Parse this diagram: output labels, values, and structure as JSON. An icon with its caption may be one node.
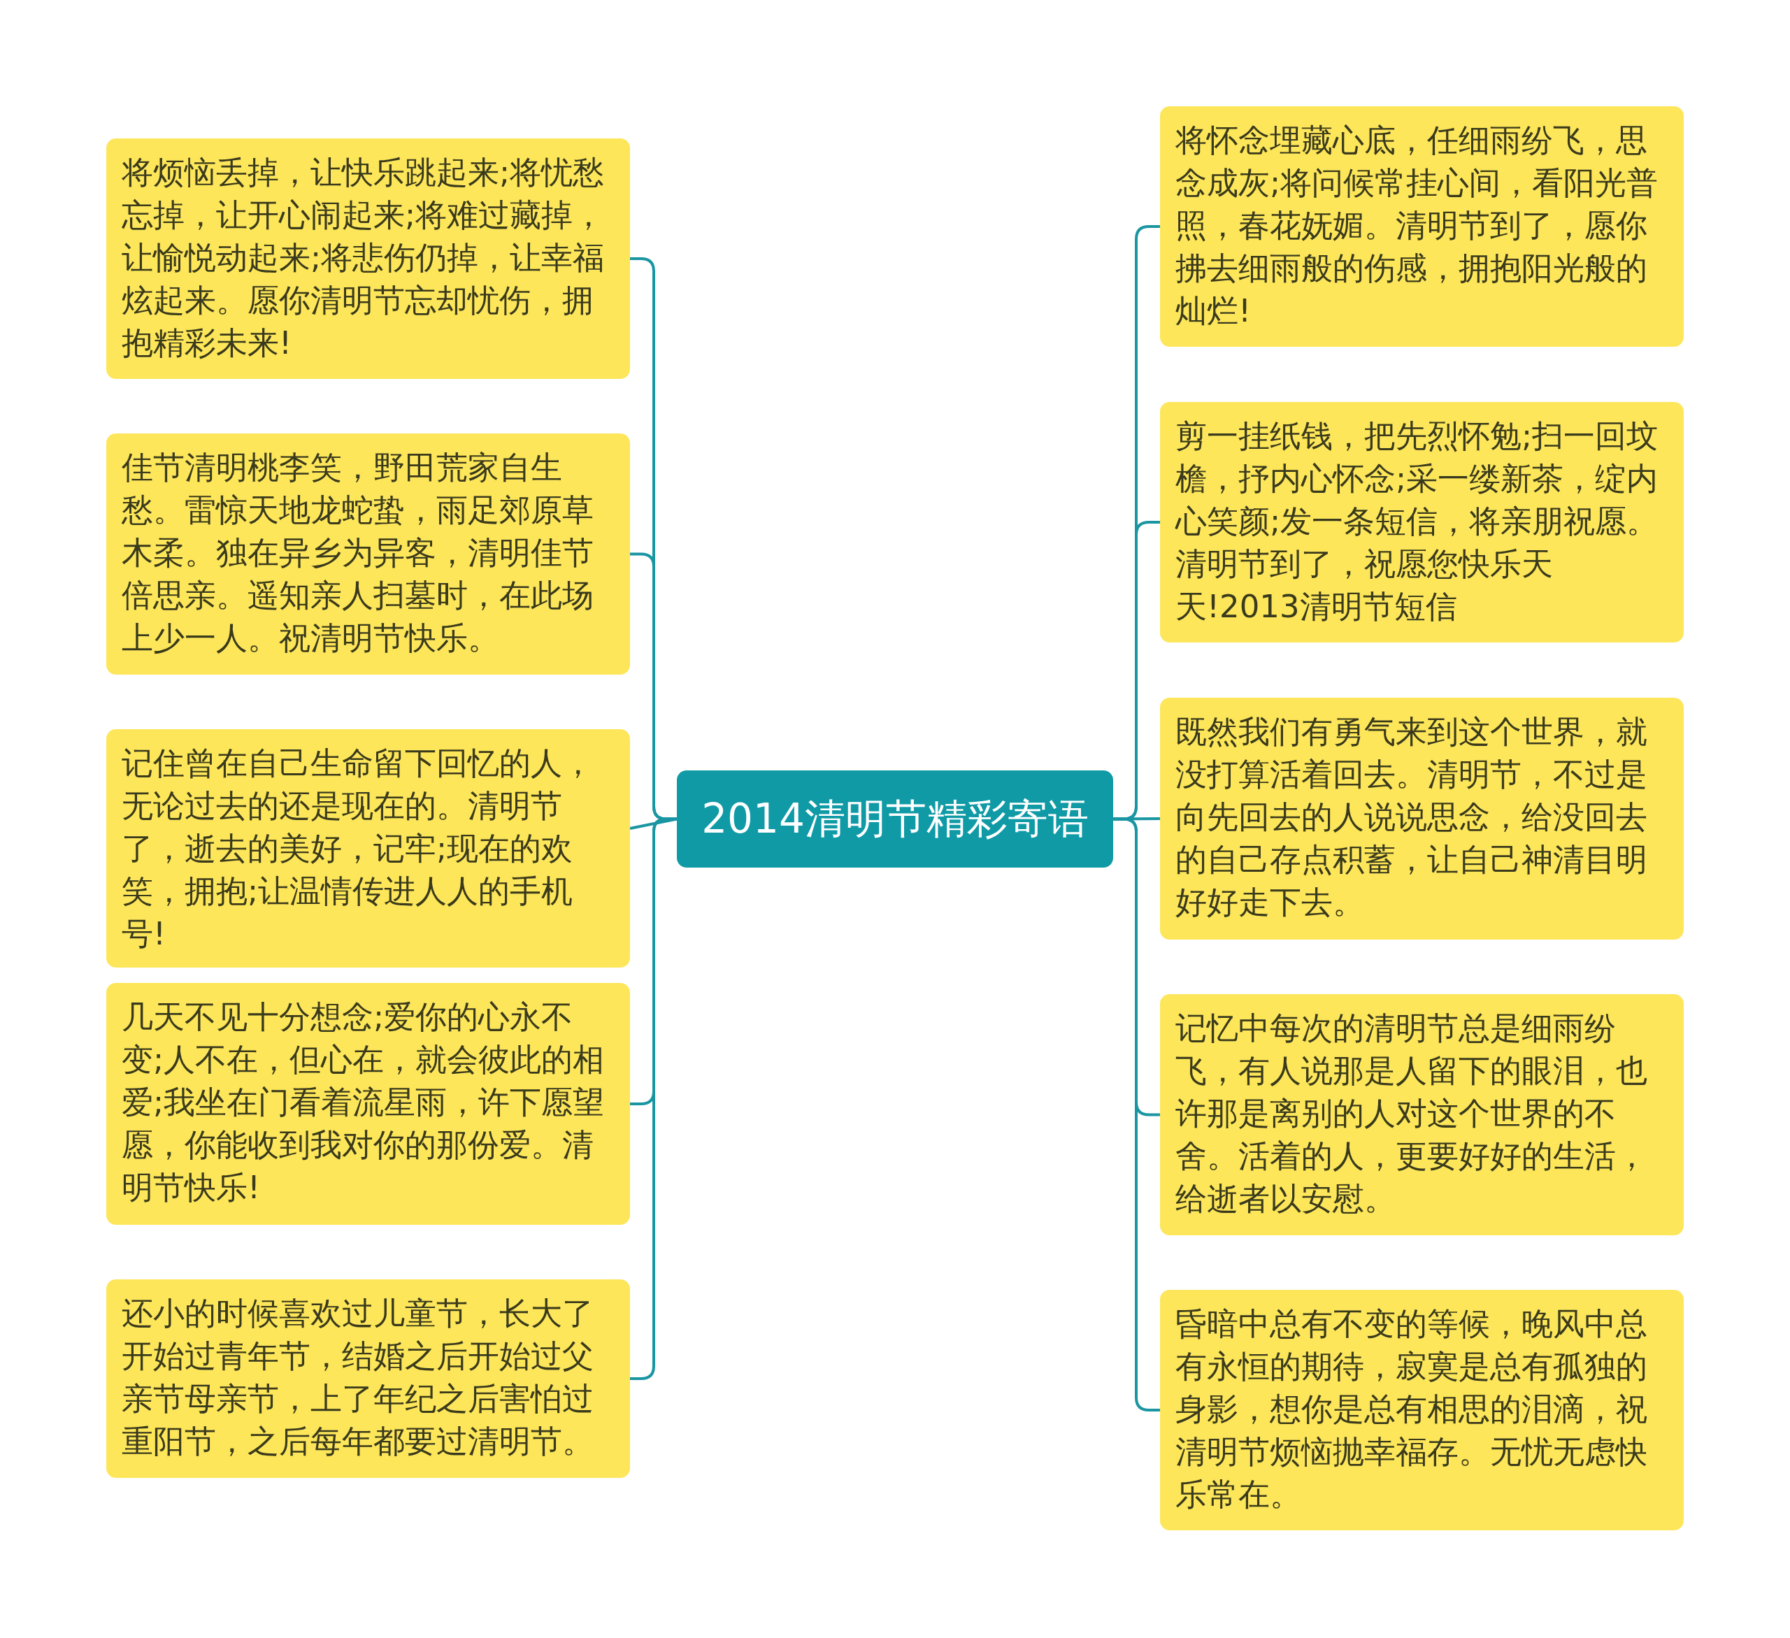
{
  "diagram": {
    "nodes": [
      {
        "text": [
          "2014清明节精彩寄语"
        ]
      },
      {
        "text": [
          "将烦恼丢掉，让快乐跳起来;将忧愁忘掉，让开心闹起来;将难过藏掉，让愉悦动起来;将悲伤仍掉，让幸福炫起来。愿你清明节忘却忧伤，拥抱精彩未来!"
        ]
      },
      {
        "text": [
          "佳节清明桃李笑，野田荒家自生愁。雷惊天地龙蛇蛰，雨足郊原草木柔。独在异乡为异客，清明佳节倍思亲。遥知亲人扫墓时，在此场上少一人。祝清明节快乐。"
        ]
      },
      {
        "text": [
          "记住曾在自己生命留下回忆的人，无论过去的还是现在的。清明节了，逝去的美好，记牢;现在的欢笑，拥抱;让温情传进人人的手机号!"
        ]
      },
      {
        "text": [
          "几天不见十分想念;爱你的心永不变;人不在，但心在，就会彼此的相爱;我坐在门看着流星雨，许下愿望愿，你能收到我对你的那份爱。清明节快乐!"
        ]
      },
      {
        "text": [
          "还小的时候喜欢过儿童节，长大了开始过青年节，结婚之后开始过父亲节母亲节，上了年纪之后害怕过重阳节，之后每年都要过清明节。"
        ]
      },
      {
        "text": [
          "将怀念埋藏心底，任细雨纷飞，思念成灰;将问候常挂心间，看阳光普照，春花妩媚。清明节到了，愿你拂去细雨般的伤感，拥抱阳光般的灿烂!"
        ]
      },
      {
        "text": [
          "剪一挂纸钱，把先烈怀勉;扫一回坟檐，抒内心怀念;采一缕新茶，绽内心笑颜;发一条短信，将亲朋祝愿。清明节到了，祝愿您快乐天天!2013清明节短信"
        ]
      },
      {
        "text": [
          "既然我们有勇气来到这个世界，就没打算活着回去。清明节，不过是向先回去的人说说思念，给没回去的自己存点积蓄，让自己神清目明好好走下去。"
        ]
      },
      {
        "text": [
          "记忆中每次的清明节总是细雨纷飞，有人说那是人留下的眼泪，也许那是离别的人对这个世界的不舍。活着的人，更要好好的生活，给逝者以安慰。"
        ]
      },
      {
        "text": [
          "昏暗中总有不变的等候，晚风中总有永恒的期待，寂寞是总有孤独的身影，想你是总有相思的泪滴，祝清明节烦恼抛幸福存。无忧无虑快乐常在。"
        ]
      }
    ],
    "edges": [
      {
        "from": 0,
        "to": 1,
        "arrow": "none"
      },
      {
        "from": 0,
        "to": 2,
        "arrow": "none"
      },
      {
        "from": 0,
        "to": 3,
        "arrow": "none"
      },
      {
        "from": 0,
        "to": 4,
        "arrow": "none"
      },
      {
        "from": 0,
        "to": 5,
        "arrow": "none"
      },
      {
        "from": 0,
        "to": 6,
        "arrow": "none"
      },
      {
        "from": 0,
        "to": 7,
        "arrow": "none"
      },
      {
        "from": 0,
        "to": 8,
        "arrow": "none"
      },
      {
        "from": 0,
        "to": 9,
        "arrow": "none"
      },
      {
        "from": 0,
        "to": 10,
        "arrow": "none"
      }
    ]
  }
}
